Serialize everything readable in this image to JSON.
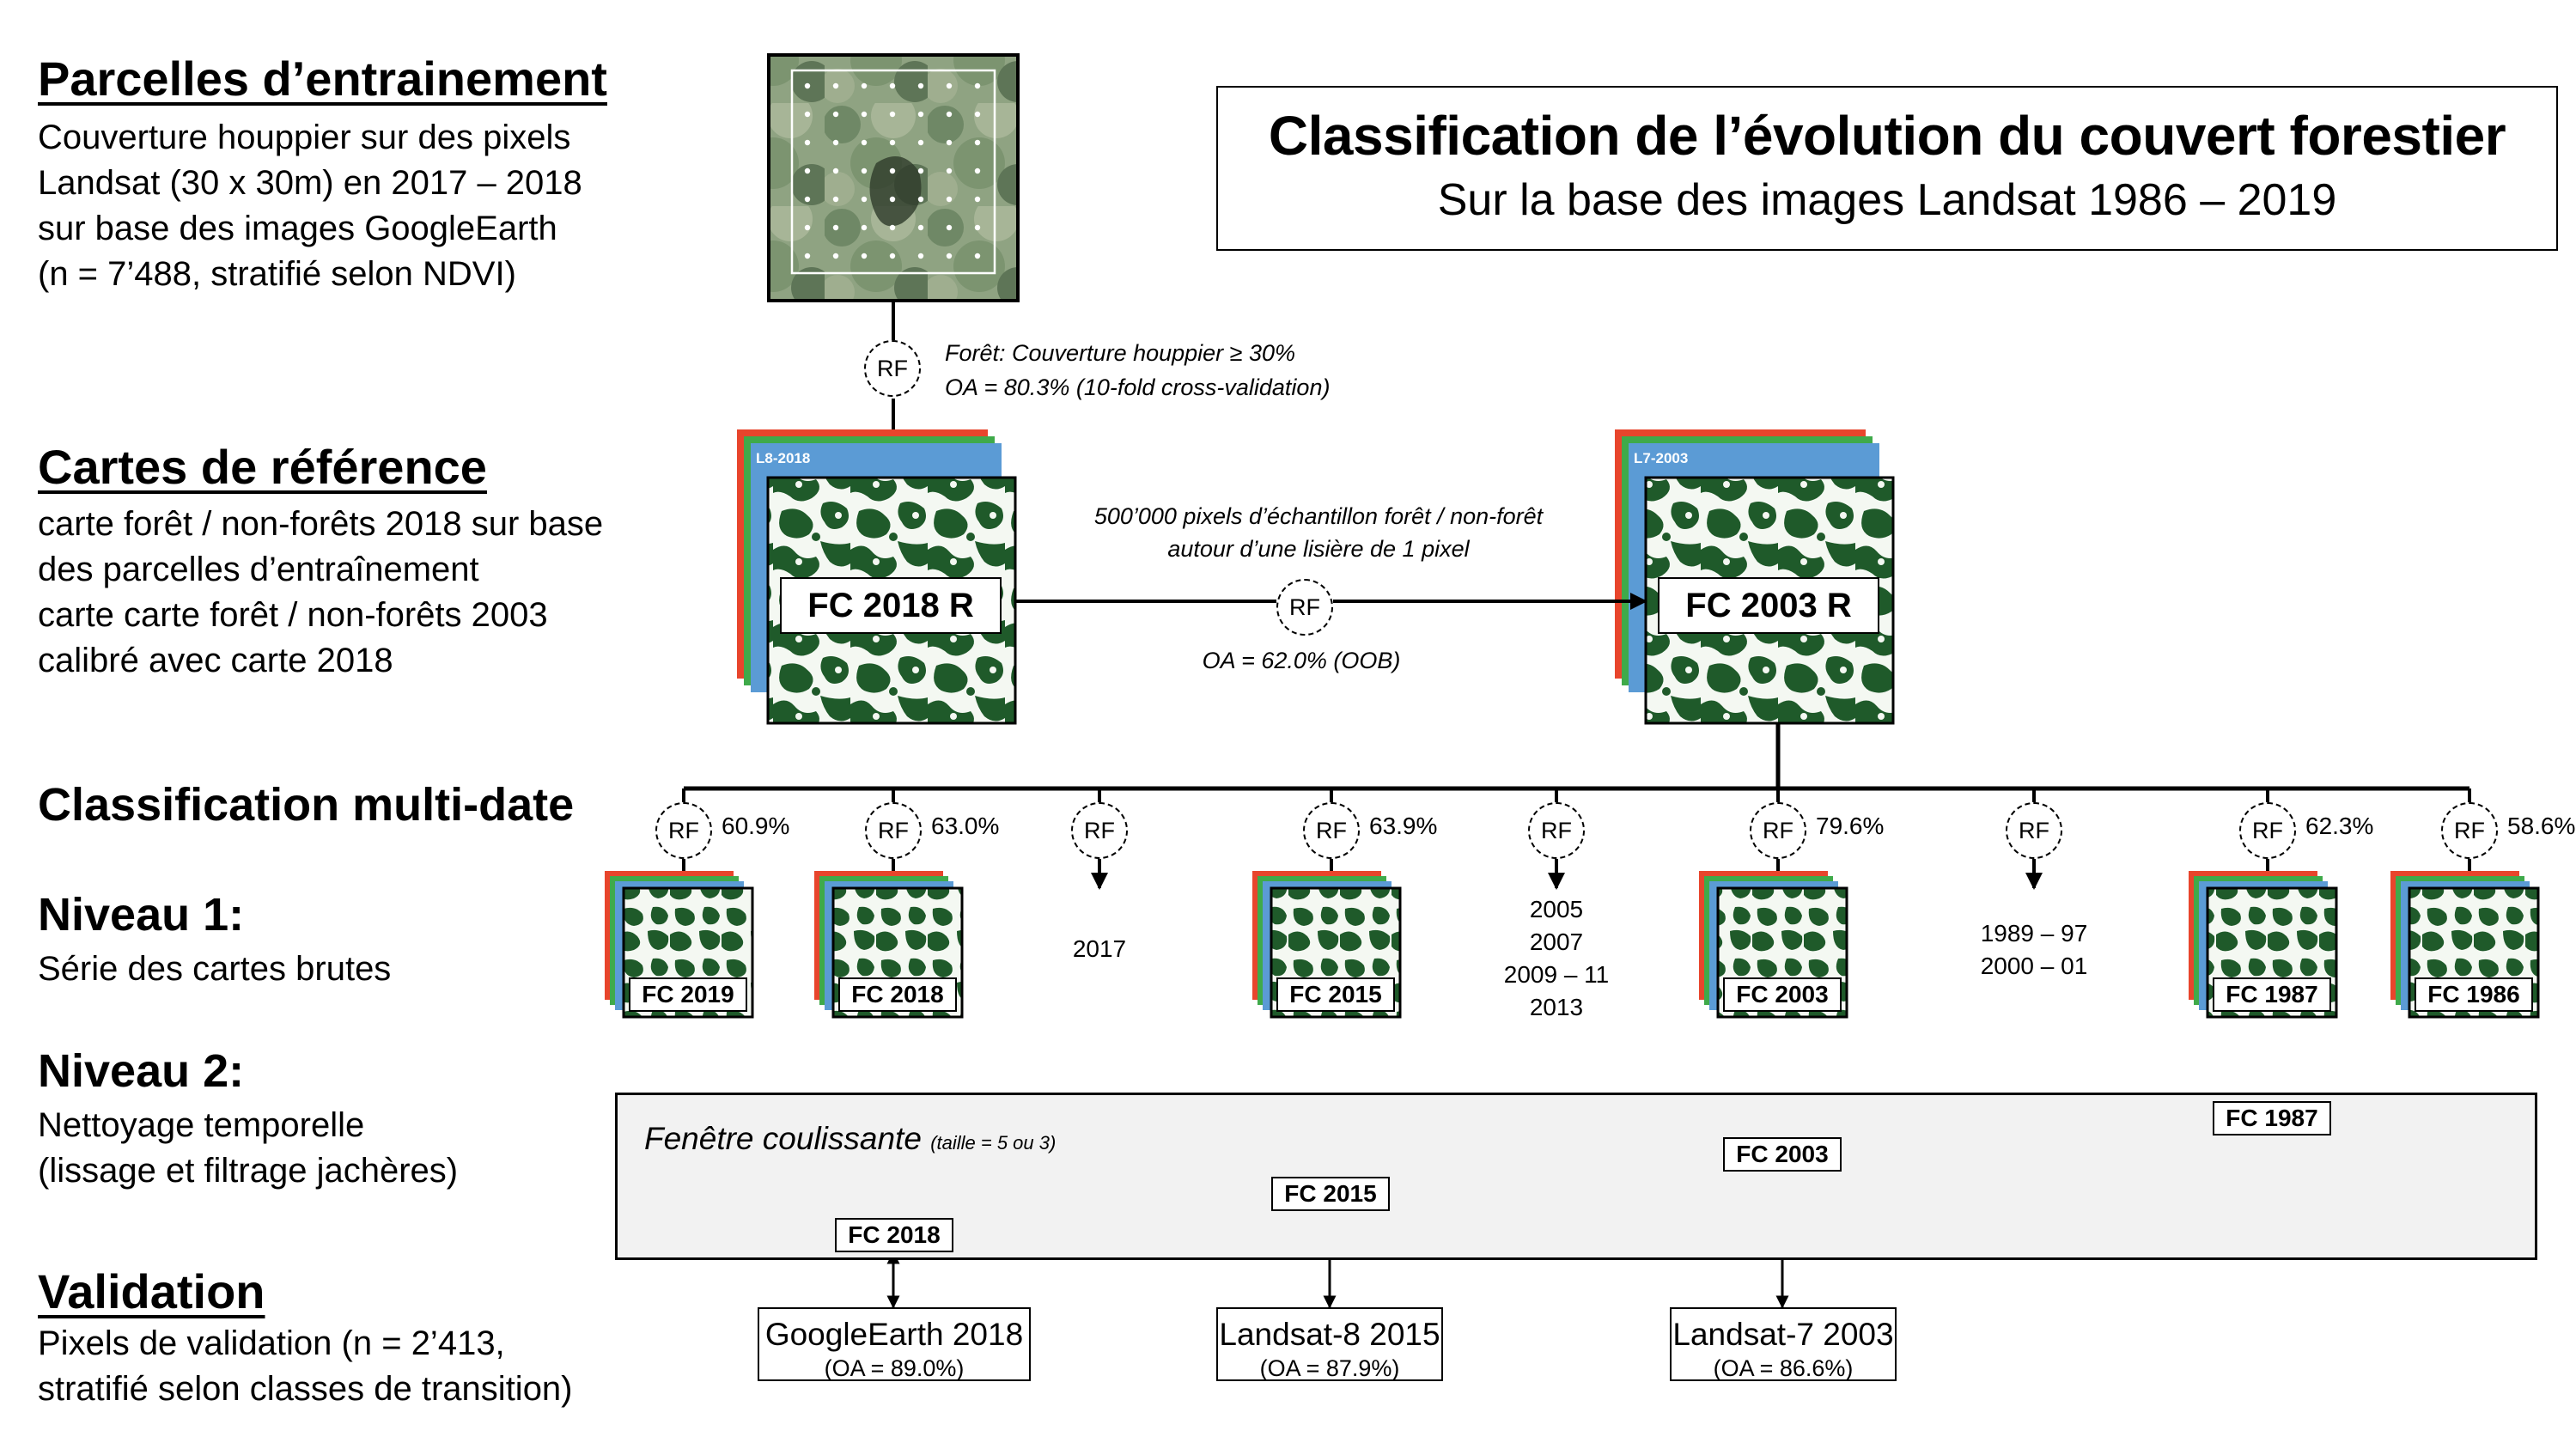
{
  "title": {
    "line1": "Classification de l’évolution du couvert forestier",
    "line2": "Sur la base des images Landsat 1986 – 2019"
  },
  "sections": {
    "training": {
      "heading": "Parcelles d’entrainement",
      "lines": [
        "Couverture houppier sur des pixels",
        "Landsat (30 x 30m) en 2017 – 2018",
        "sur base des images GoogleEarth",
        "(n = 7’488, stratifié selon NDVI)"
      ]
    },
    "reference": {
      "heading": "Cartes de référence",
      "lines": [
        "carte forêt / non-forêts 2018 sur base",
        "des parcelles d’entraînement",
        "carte carte forêt / non-forêts 2003",
        "calibré avec carte 2018"
      ]
    },
    "multidate": {
      "heading": "Classification multi-date"
    },
    "level1": {
      "heading": "Niveau 1:",
      "lines": [
        "Série des cartes brutes"
      ]
    },
    "level2": {
      "heading": "Niveau 2:",
      "lines": [
        "Nettoyage temporelle",
        "(lissage et filtrage jachères)"
      ]
    },
    "validation": {
      "heading": "Validation",
      "lines": [
        "Pixels de validation (n = 2’413,",
        "stratifié selon classes de transition)"
      ]
    }
  },
  "rf_label": "RF",
  "notes": {
    "forest_def": "Forêt: Couverture houppier ≥ 30%",
    "oa_train": "OA = 80.3% (10-fold cross-validation)",
    "sample_line1": "500’000 pixels d’échantillon forêt / non-forêt",
    "sample_line2": "autour d’une lisière de 1 pixel",
    "oa_oob": "OA = 62.0% (OOB)"
  },
  "reference_maps": [
    {
      "label": "FC 2018 R",
      "stack_label": "L8-2018"
    },
    {
      "label": "FC 2003 R",
      "stack_label": "L7-2003"
    }
  ],
  "branches": [
    {
      "accuracy": "60.9%",
      "map": "FC 2019"
    },
    {
      "accuracy": "63.0%",
      "map": "FC 2018"
    },
    {
      "accuracy": "",
      "years": [
        "2017"
      ]
    },
    {
      "accuracy": "63.9%",
      "map": "FC 2015"
    },
    {
      "accuracy": "",
      "years": [
        "2005",
        "2007",
        "2009 – 11",
        "2013"
      ]
    },
    {
      "accuracy": "79.6%",
      "map": "FC 2003"
    },
    {
      "accuracy": "",
      "years": [
        "1989 – 97",
        "2000 – 01"
      ]
    },
    {
      "accuracy": "62.3%",
      "map": "FC 1987"
    },
    {
      "accuracy": "58.6%",
      "map": "FC 1986"
    }
  ],
  "level2_panel": {
    "window_label": "Fenêtre coulissante",
    "window_note": "(taille = 5 ou 3)",
    "maps": [
      "FC 2018",
      "FC 2015",
      "FC 2003",
      "FC 1987"
    ]
  },
  "validation_boxes": [
    {
      "name": "GoogleEarth 2018",
      "oa": "(OA = 89.0%)"
    },
    {
      "name": "Landsat-8 2015",
      "oa": "(OA = 87.9%)"
    },
    {
      "name": "Landsat-7 2003",
      "oa": "(OA = 86.6%)"
    }
  ],
  "colors": {
    "forest": "#1f5a2a",
    "nonforest": "#f4f8f2",
    "stack_red": "#e8452c",
    "stack_green": "#3faa4a",
    "stack_blue": "#5b9bd5",
    "panel": "#f2f2f2"
  }
}
